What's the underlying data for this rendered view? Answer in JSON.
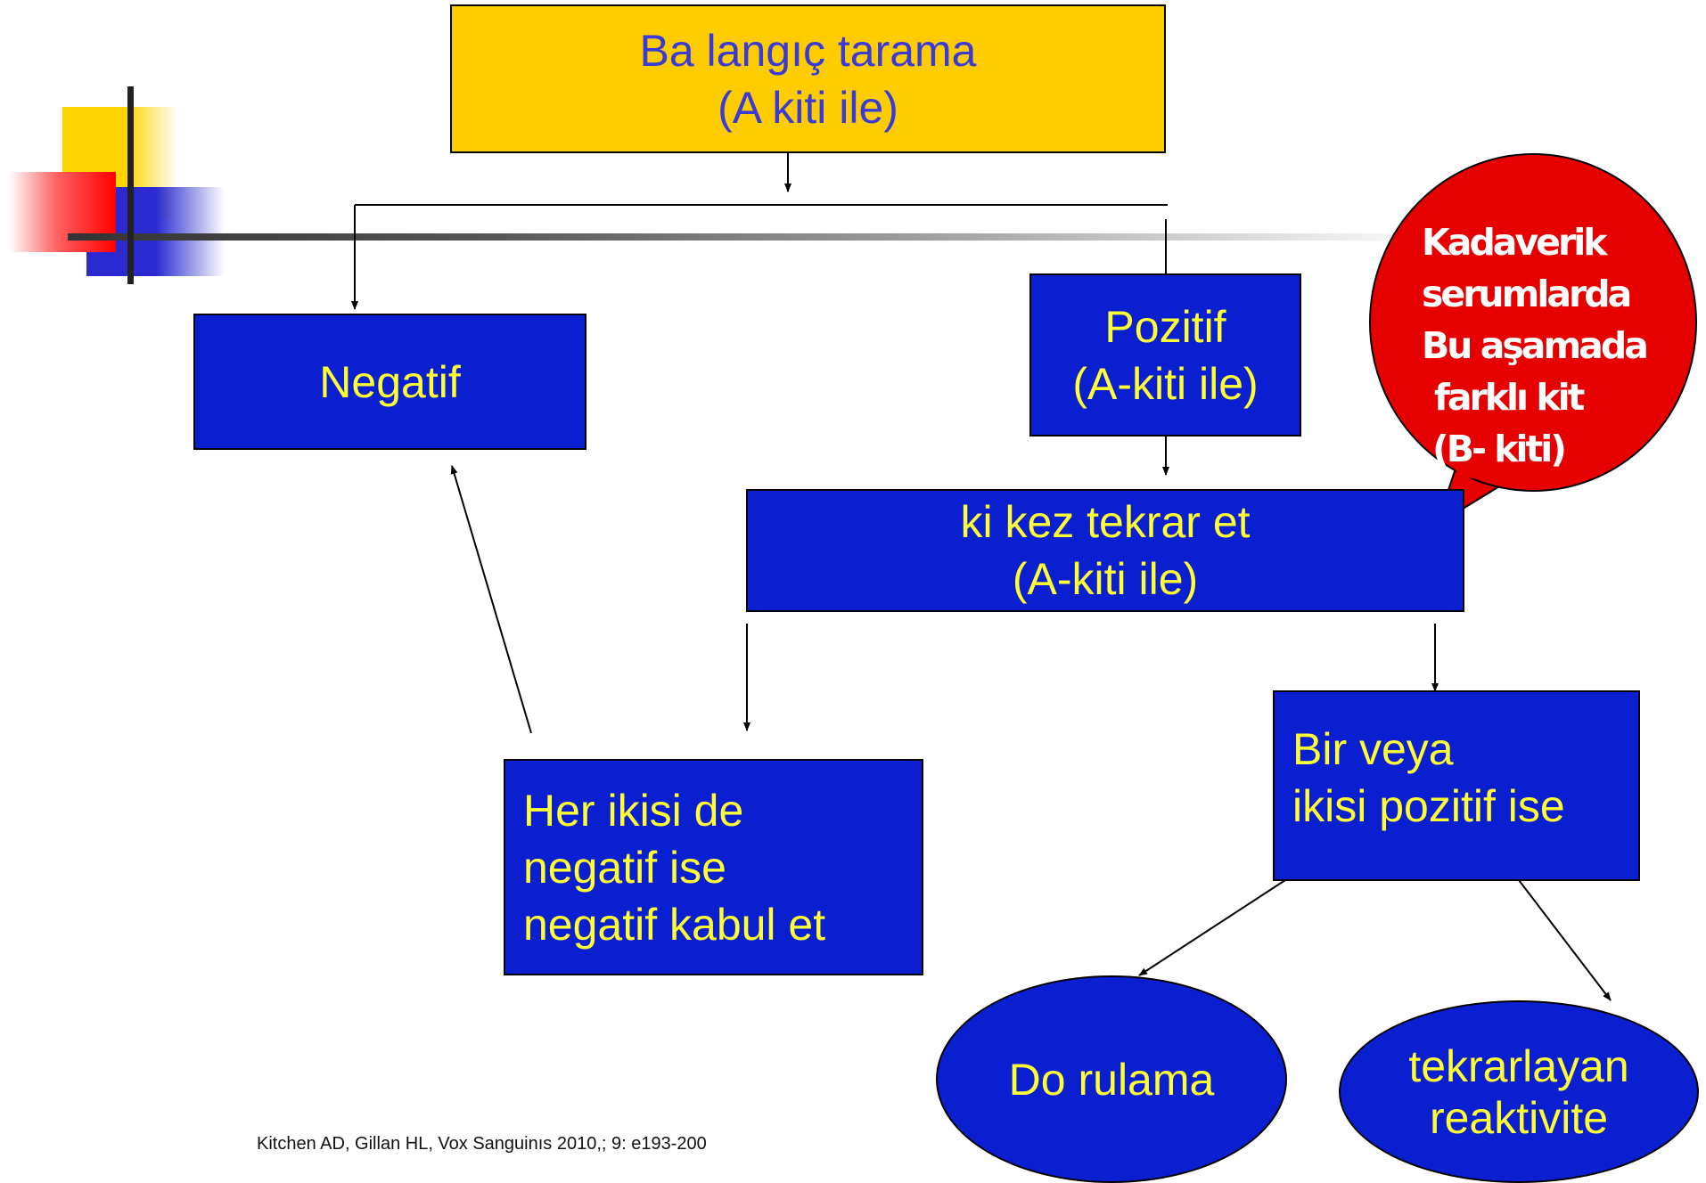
{
  "start_box": {
    "line1": "Ba  langıç tarama",
    "line2": "(A kiti ile)"
  },
  "negative_box": {
    "label": "Negatif"
  },
  "positive_box": {
    "line1": "Pozitif",
    "line2": "(A-kiti ile)"
  },
  "repeat_box": {
    "line1": "ki kez tekrar et",
    "line2": "(A-kiti ile)"
  },
  "both_negative_box": {
    "line1": "Her ikisi de",
    "line2": "negatif ise",
    "line3": "negatif kabul et"
  },
  "one_or_both_positive_box": {
    "line1": "Bir veya",
    "line2": "ikisi pozitif ise"
  },
  "confirm_ellipse": {
    "label": "Do  rulama"
  },
  "reactivity_ellipse": {
    "line1": "tekrarlayan",
    "line2": "reaktivite"
  },
  "callout": {
    "lines": [
      "Kadaverik",
      "serumlarda",
      "Bu aşamada",
      "farklı kit",
      "(B- kiti)"
    ]
  },
  "citation": "Kitchen AD, Gillan HL, Vox Sanguinıs  2010,; 9: e193-200",
  "colors": {
    "box_blue": "#0a1fd0",
    "box_text_yellow": "#ffff33",
    "start_box_fill": "#ffcc00",
    "start_box_text": "#3a3ad8",
    "callout_red": "#e60000"
  }
}
